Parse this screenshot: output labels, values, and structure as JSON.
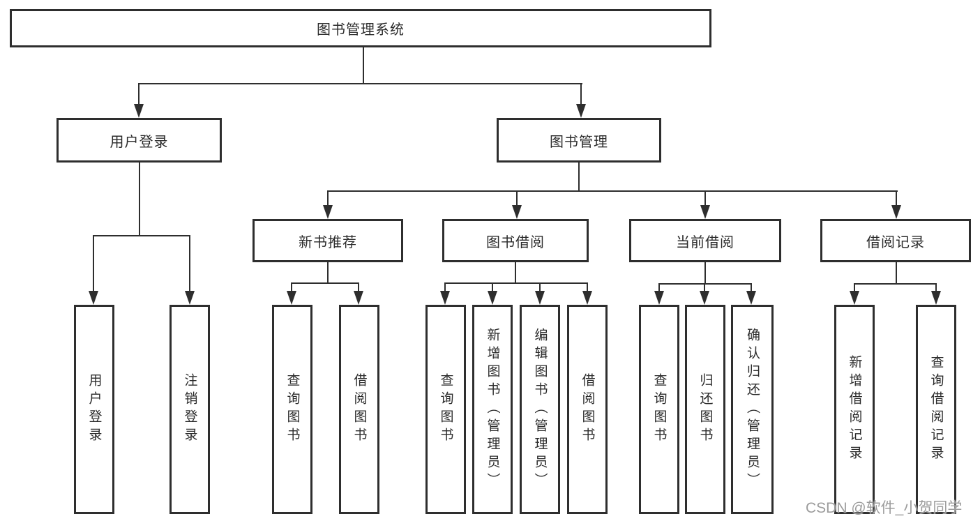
{
  "diagram_title": "图书管理系统",
  "nodes": {
    "root": {
      "label": "图书管理系统"
    },
    "login": {
      "label": "用户登录",
      "children": [
        "用户登录",
        "注销登录"
      ]
    },
    "mgmt": {
      "label": "图书管理"
    },
    "recommend": {
      "label": "新书推荐",
      "children": [
        "查询图书",
        "借阅图书"
      ]
    },
    "borrow": {
      "label": "图书借阅",
      "children": [
        "查询图书",
        "新增图书（管理员）",
        "编辑图书（管理员）",
        "借阅图书"
      ]
    },
    "current": {
      "label": "当前借阅",
      "children": [
        "查询图书",
        "归还图书",
        "确认归还（管理员）"
      ]
    },
    "records": {
      "label": "借阅记录",
      "children": [
        "新增借阅记录",
        "查询借阅记录"
      ]
    }
  },
  "watermark": {
    "text": "CSDN @软件_小贺同学",
    "color": "#9c9c9c"
  },
  "colors": {
    "line": "#2e2e2e",
    "box_border": "#2e2e2e",
    "text": "#2b2b2b",
    "background": "#ffffff"
  }
}
